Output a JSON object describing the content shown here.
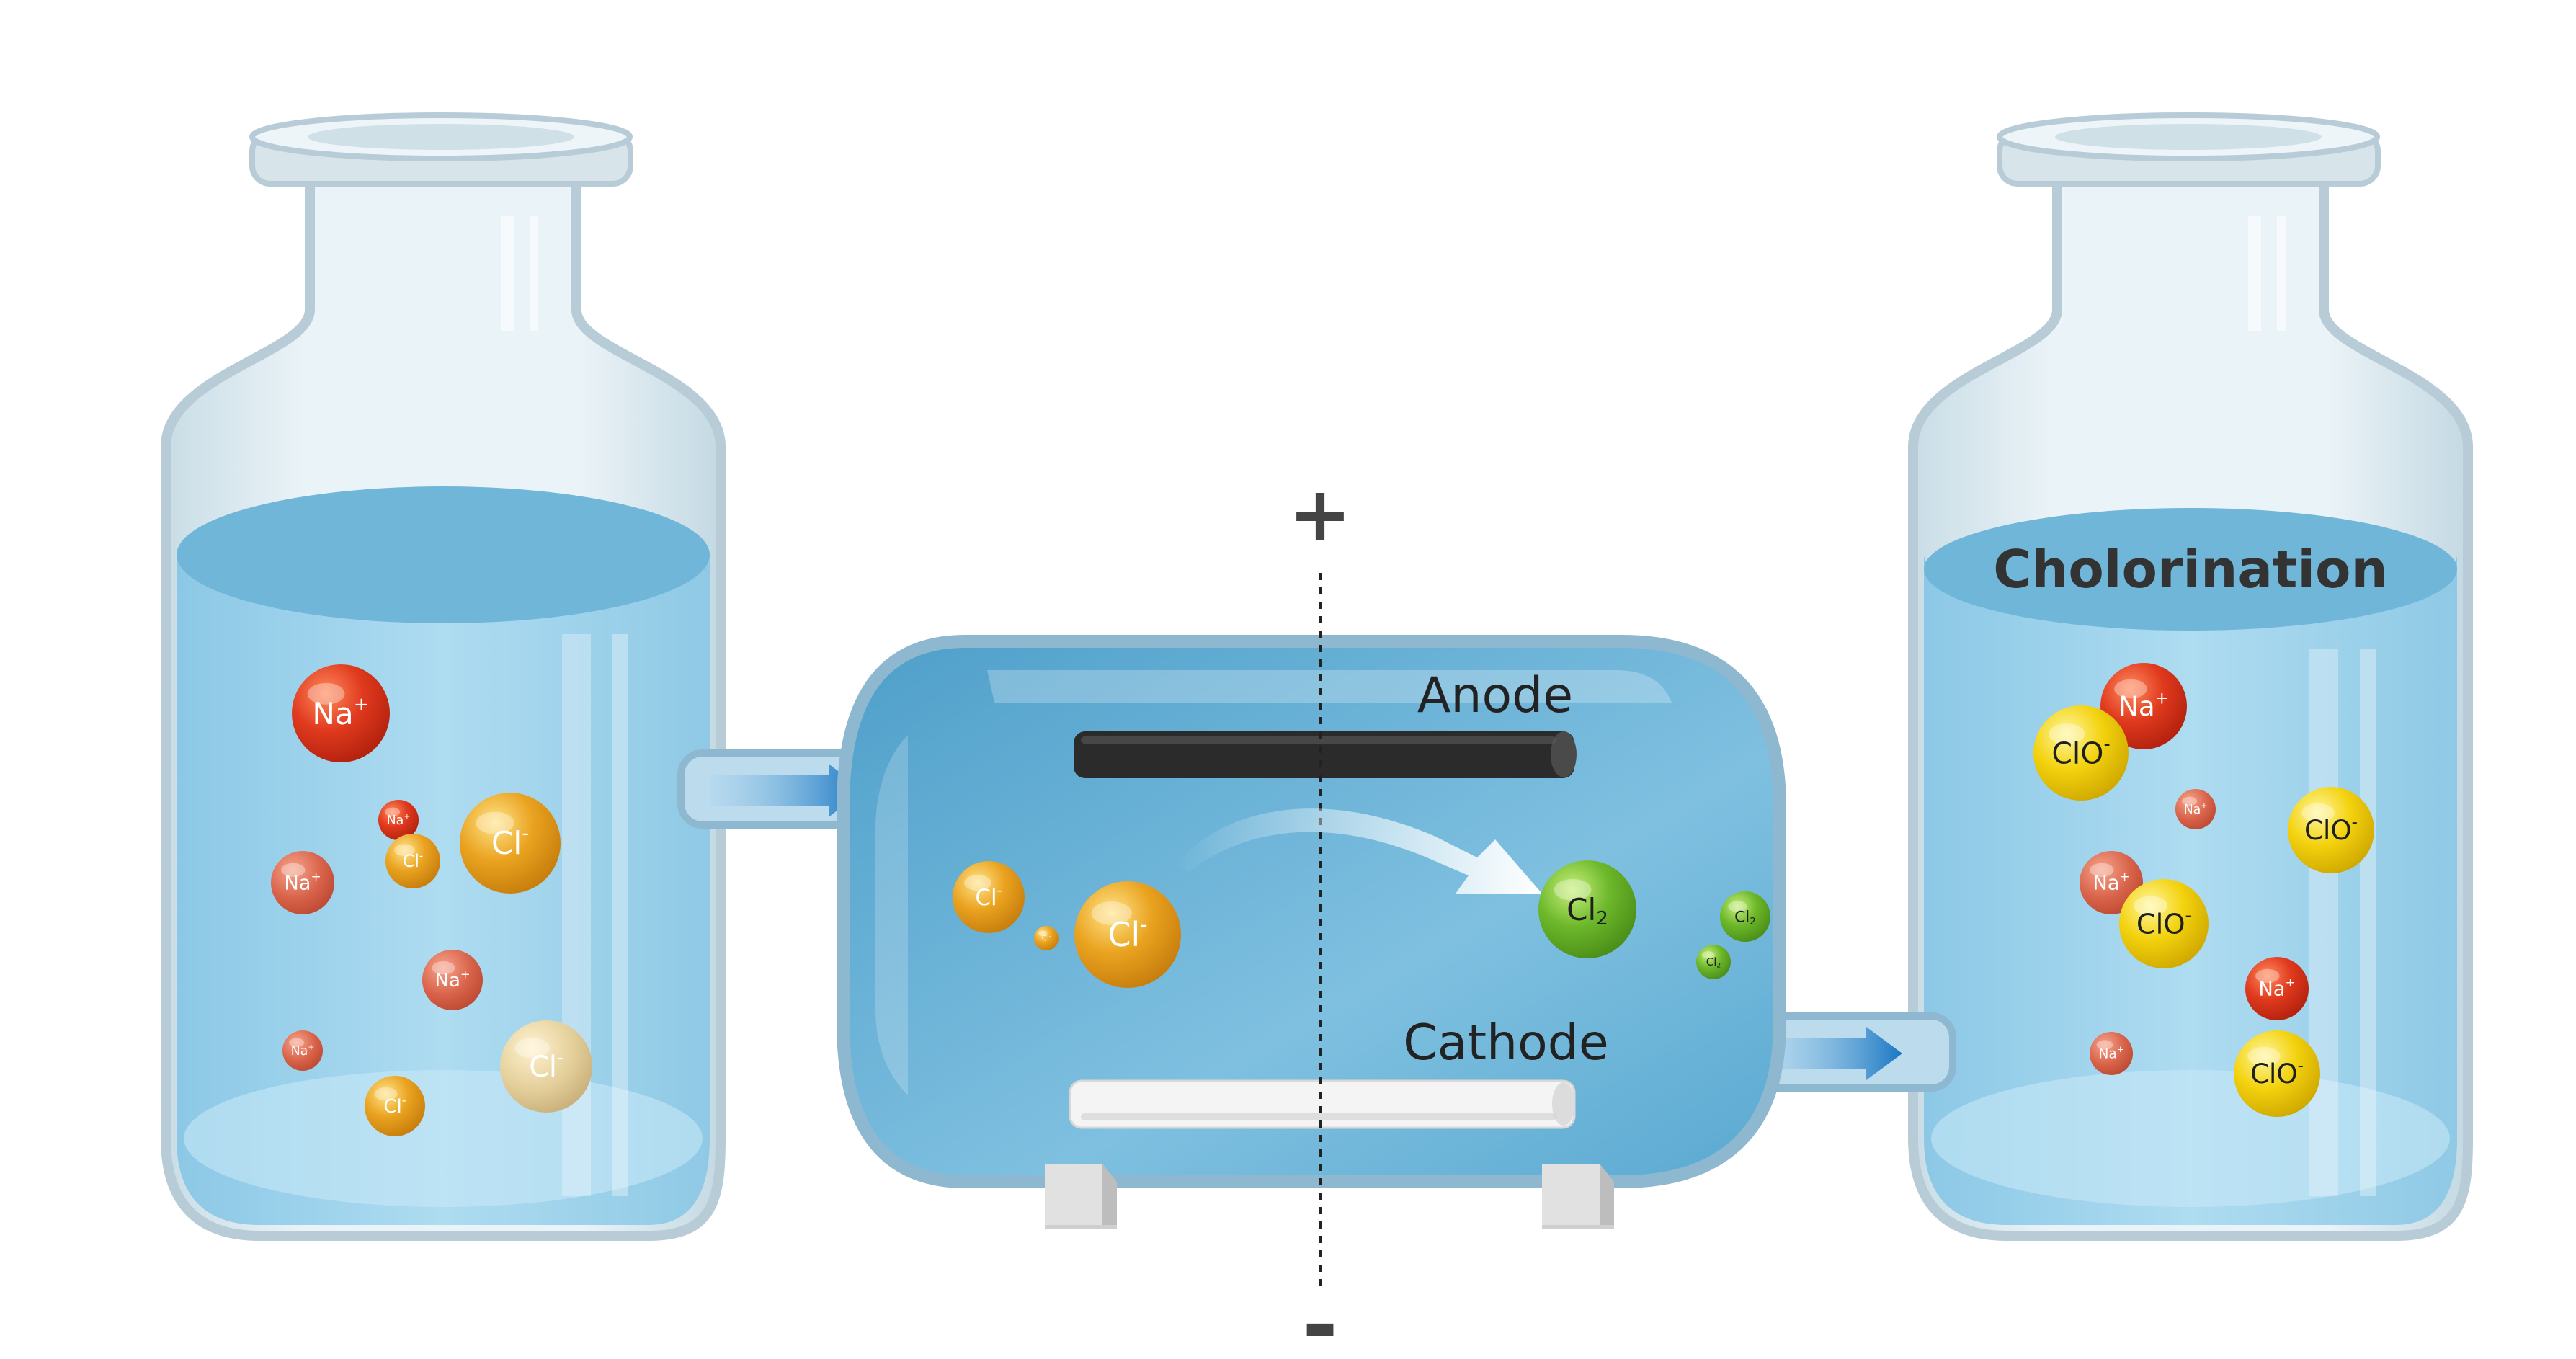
{
  "labels": {
    "anode": "Anode",
    "cathode": "Cathode",
    "plus": "+",
    "minus": "-",
    "chlorination": "Cholorination"
  },
  "ions": {
    "na": "Na",
    "na_charge": "+",
    "cl": "Cl",
    "cl_charge": "-",
    "cl2": "Cl",
    "cl2_sub": "2",
    "clo": "ClO",
    "clo_charge": "-"
  },
  "colors": {
    "water": "#9fd3ec",
    "water_dark": "#5aa8cf",
    "na_red": "#e03a1e",
    "cl_gold": "#eaa320",
    "cl2_green": "#6db82b",
    "clo_yellow": "#f3d20e",
    "arrow_blue": "#1a76c2",
    "anode": "#333333",
    "cathode": "#f2f2f2"
  }
}
